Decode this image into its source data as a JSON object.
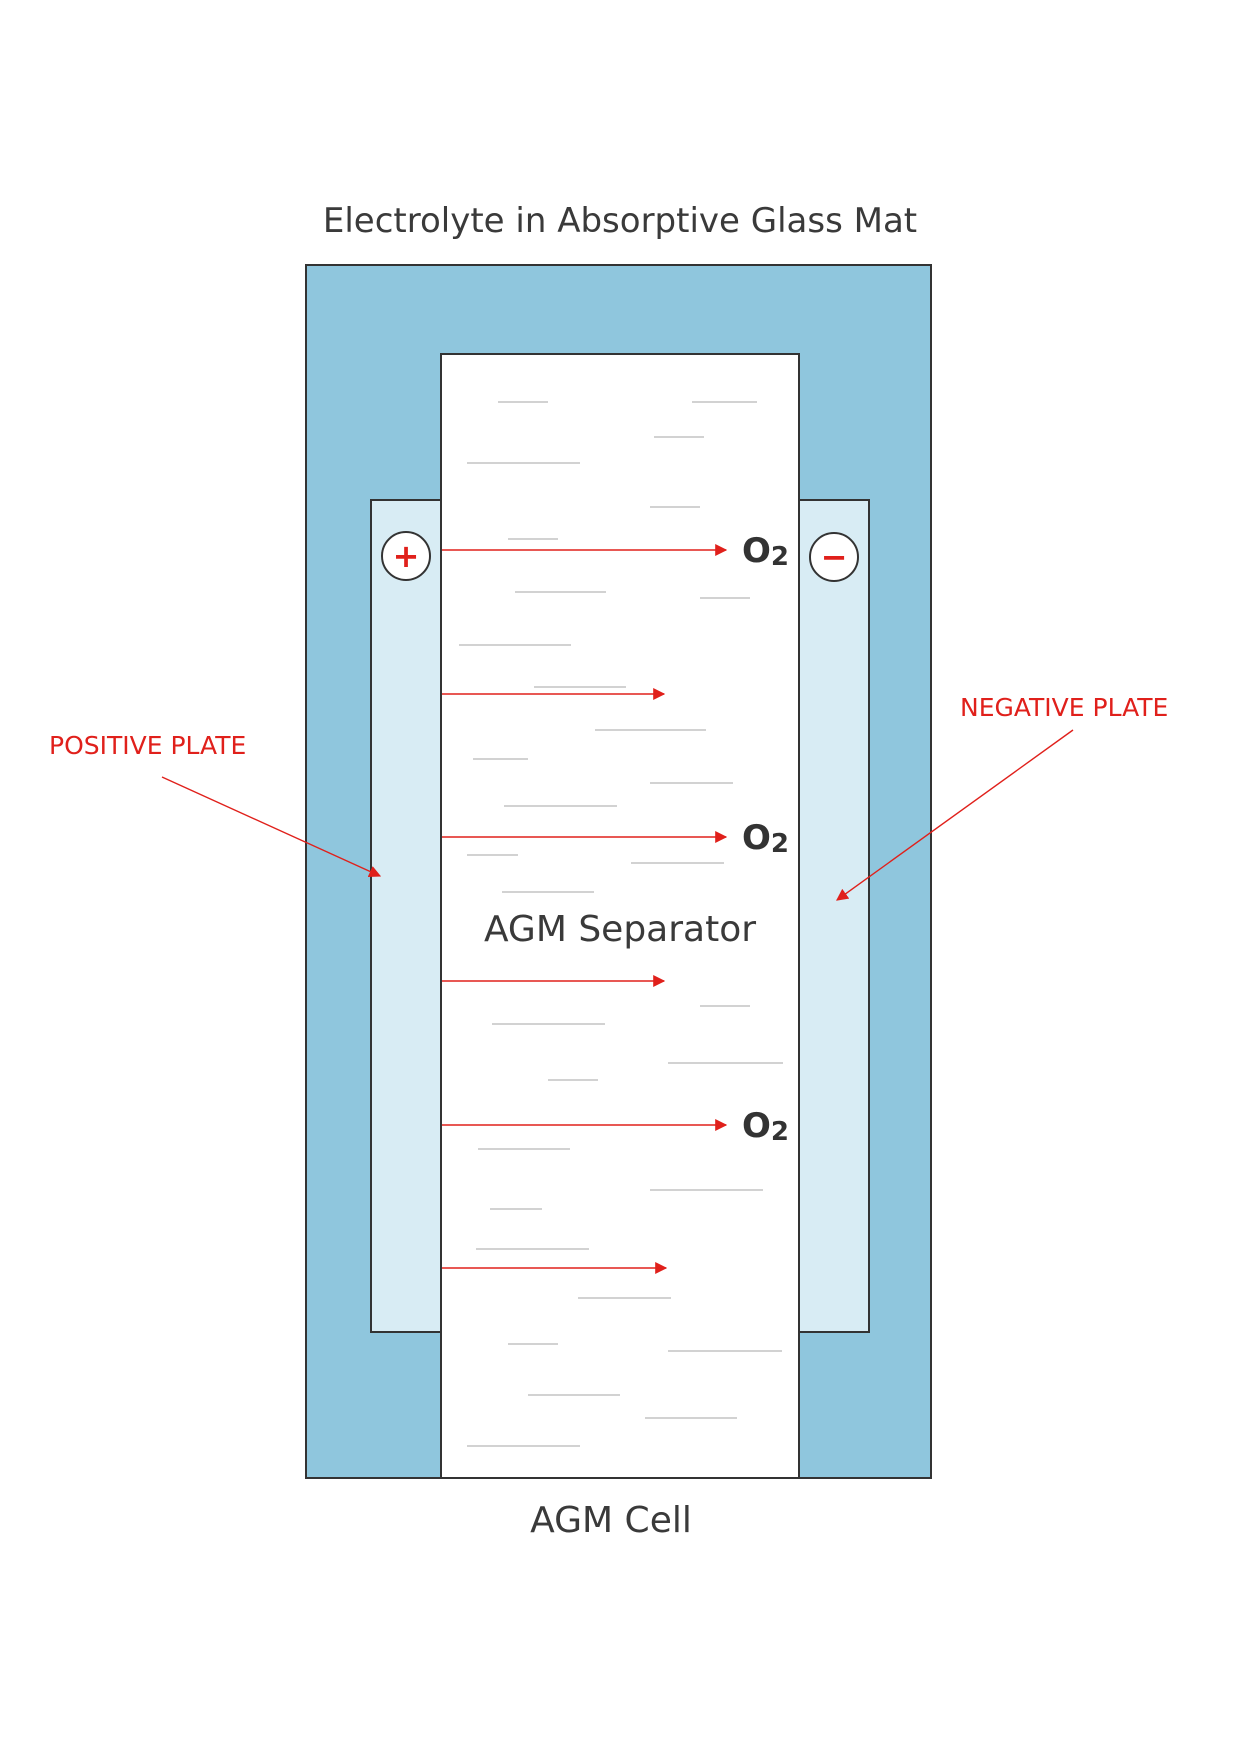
{
  "title": "Electrolyte in Absorptive Glass Mat",
  "separator_label": "AGM Separator",
  "cell_label": "AGM Cell",
  "positive_plate_label": "POSITIVE PLATE",
  "negative_plate_label": "NEGATIVE PLATE",
  "positive_symbol": "+",
  "negative_symbol": "−",
  "oxygen": {
    "element": "O",
    "subscript": "2"
  },
  "colors": {
    "electrolyte": "#8fc6dd",
    "plate": "#d8ecf4",
    "separator": "#ffffff",
    "outline": "#333333",
    "arrow": "#e0201b",
    "fiber": "#b8b8b8"
  }
}
